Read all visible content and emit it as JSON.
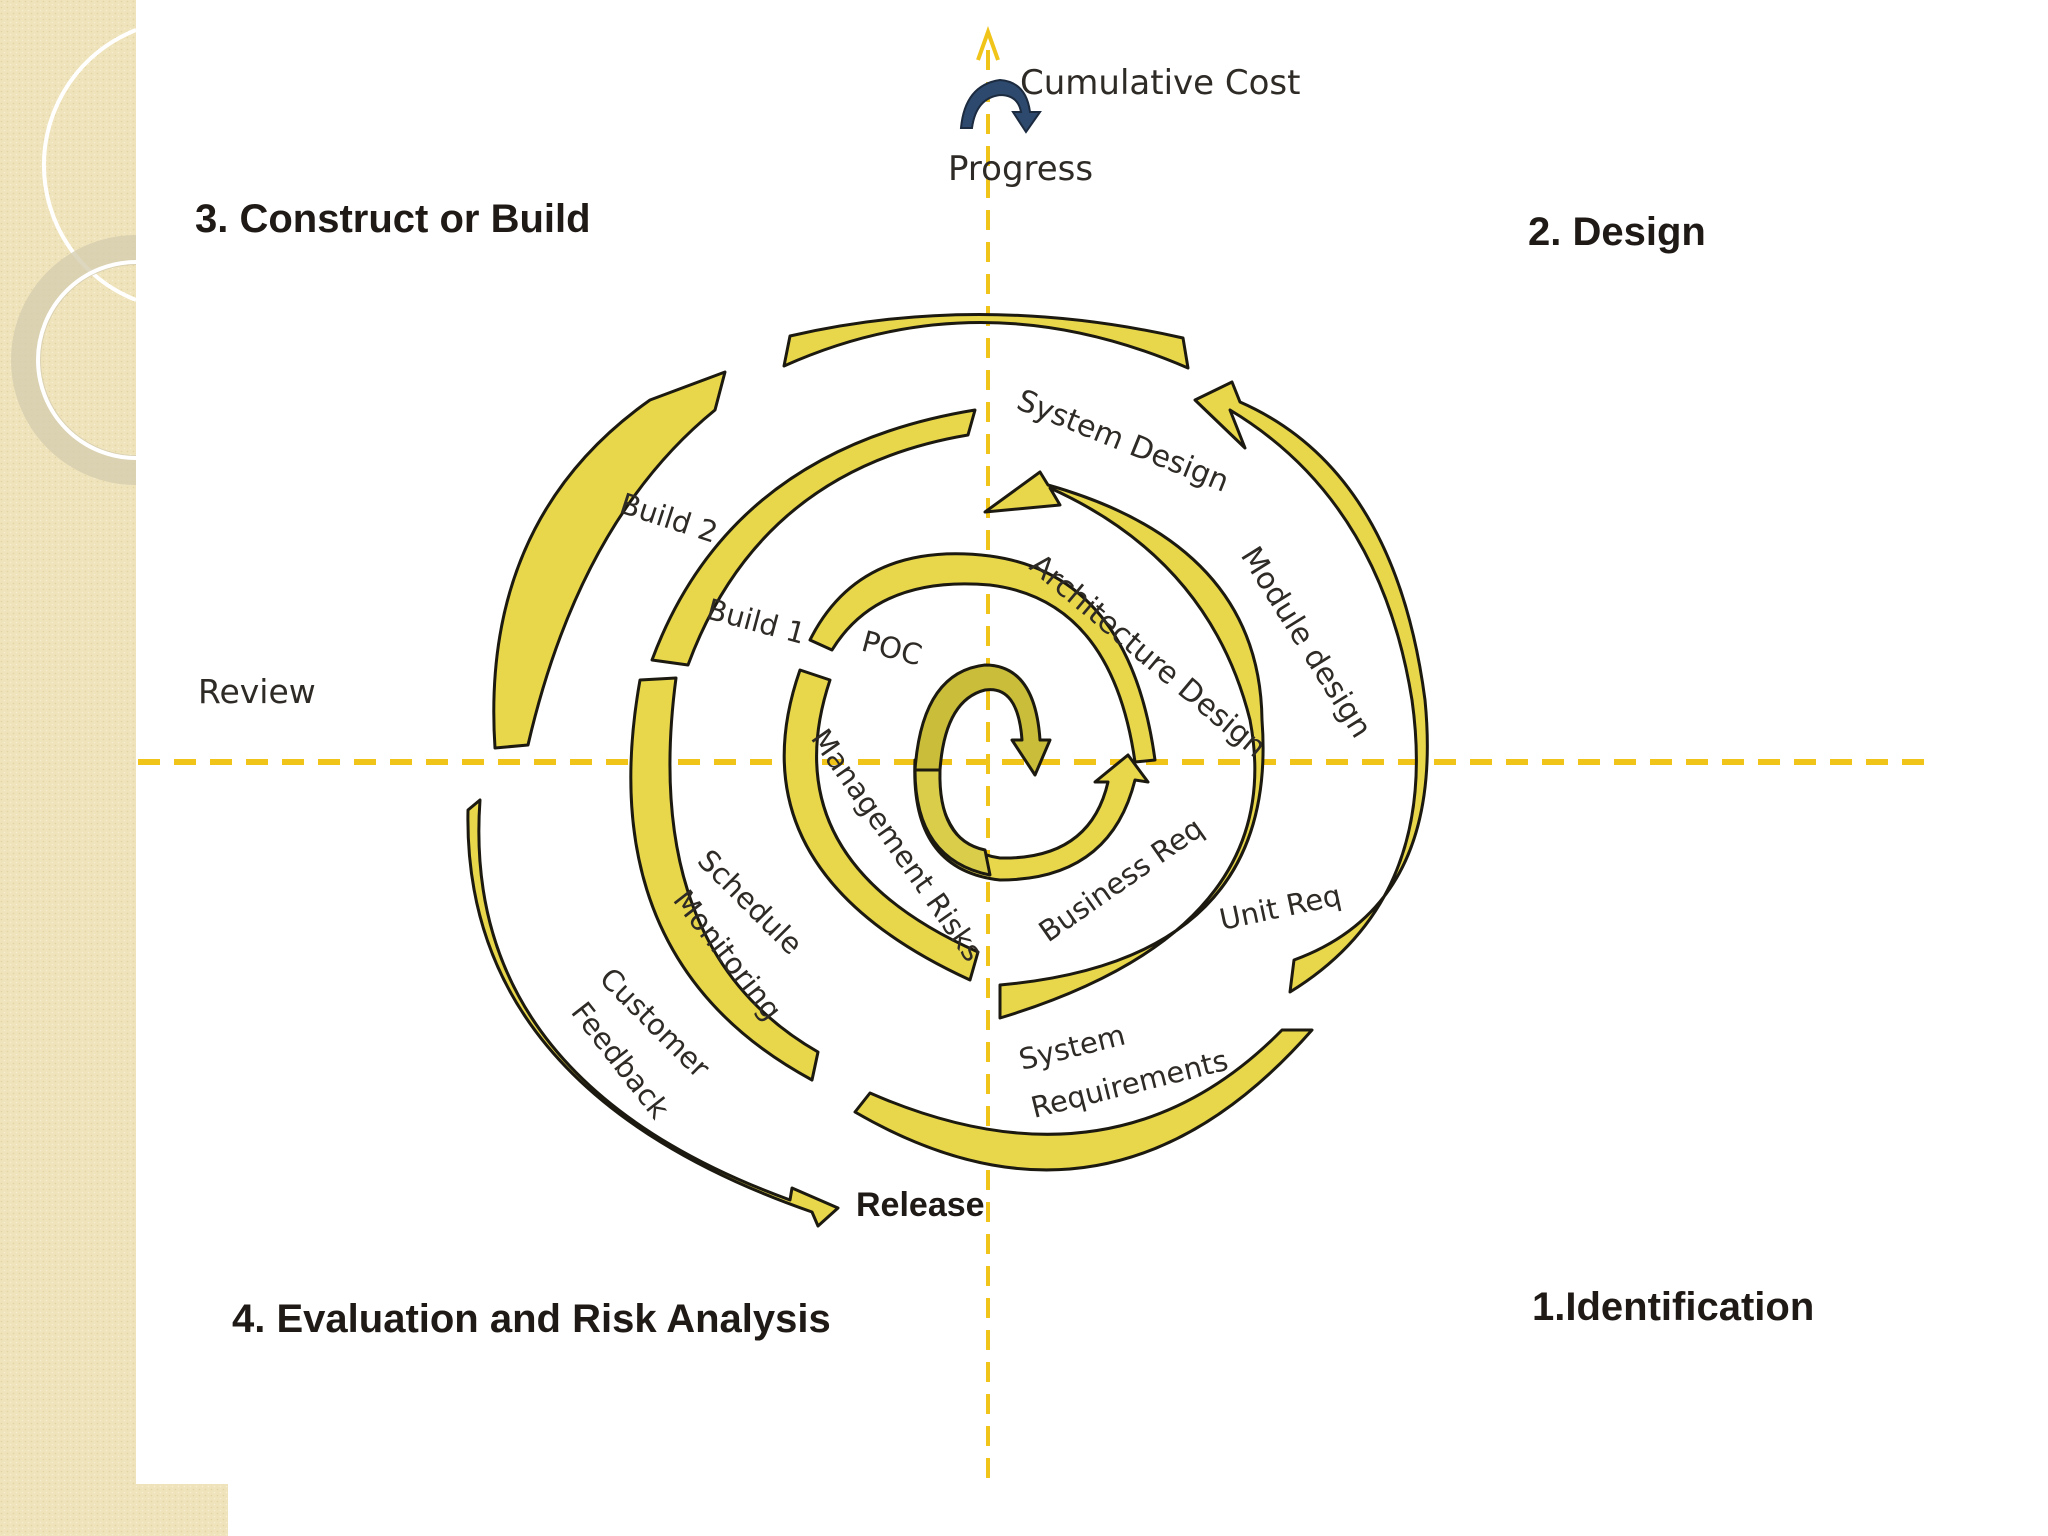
{
  "axis": {
    "cumulative_cost": "Cumulative Cost",
    "progress": "Progress",
    "review": "Review"
  },
  "quadrants": {
    "construct": "3. Construct or Build",
    "design": "2. Design",
    "evaluation": "4. Evaluation and Risk Analysis",
    "identification": "1.Identification"
  },
  "labels": {
    "system_design": "System Design",
    "module_design": "Module design",
    "architecture_design": "Architecture Design",
    "build2": "Build 2",
    "build1": "Build 1",
    "poc": "POC",
    "management_risks": "Management Risks",
    "business_req": "Business Req",
    "unit_req": "Unit Req",
    "schedule": "Schedule",
    "monitoring": "Monitoring",
    "customer": "Customer",
    "feedback": "Feedback",
    "system": "System",
    "requirements": "Requirements",
    "release": "Release"
  },
  "colors": {
    "arrow_fill": "#e8d74a",
    "arrow_stroke": "#1c1a10",
    "axis_dash": "#f0c419",
    "side_panel": "#efe3bb"
  }
}
